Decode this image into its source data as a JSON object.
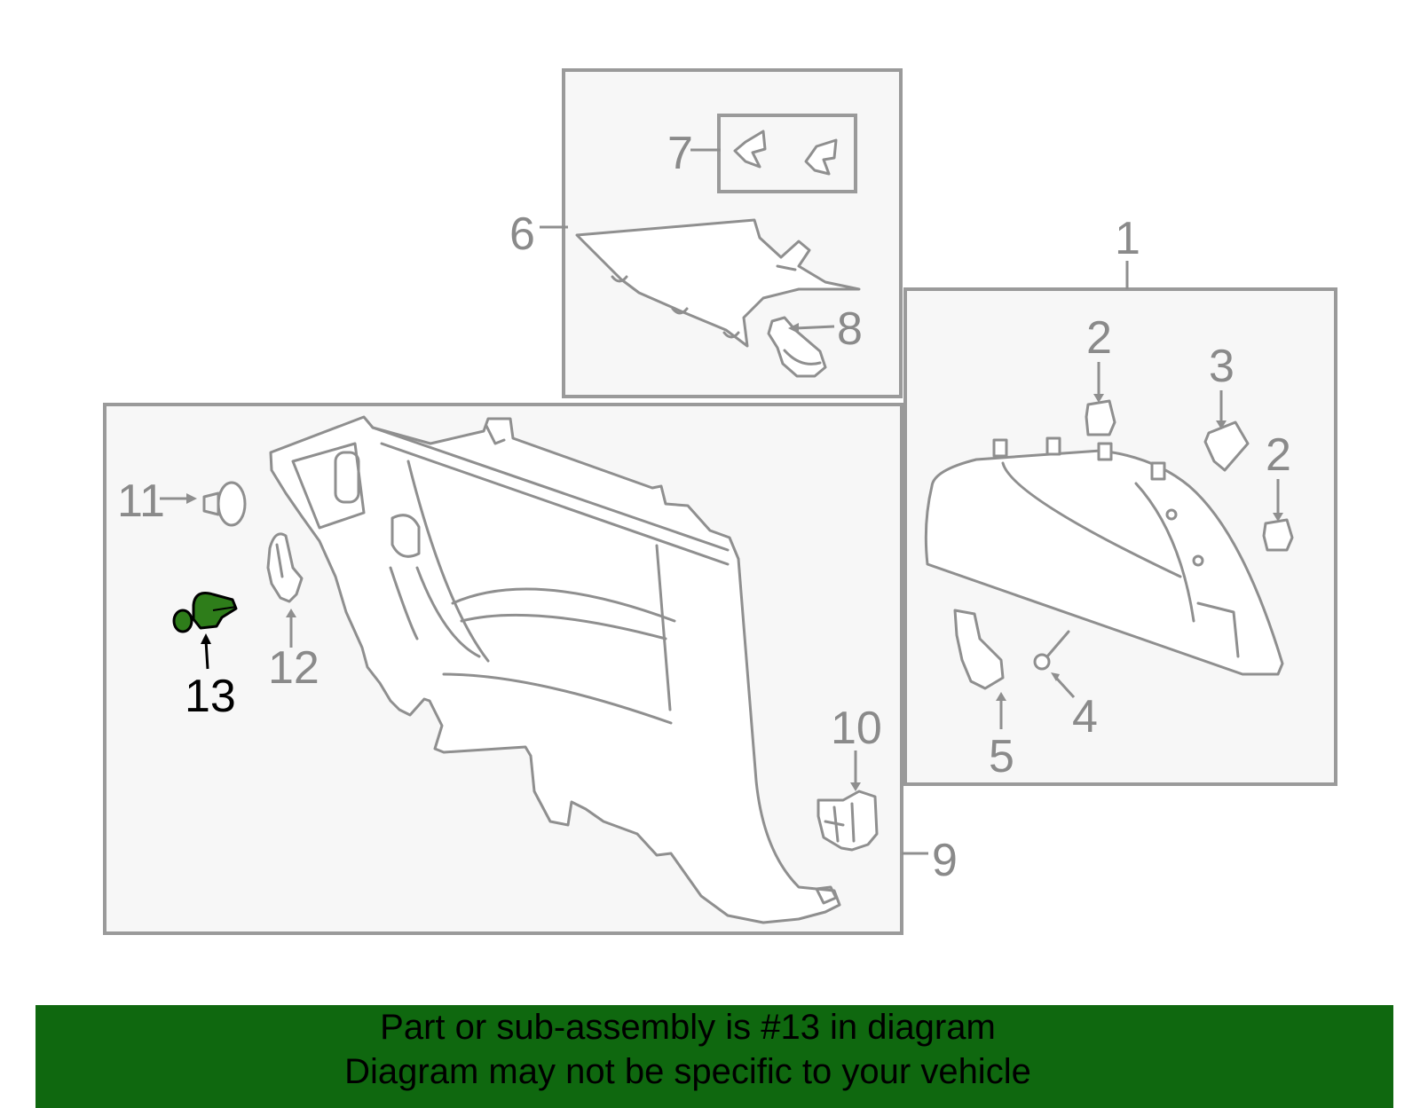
{
  "diagram": {
    "callouts": {
      "c1": "1",
      "c2a": "2",
      "c2b": "2",
      "c3": "3",
      "c4": "4",
      "c5": "5",
      "c6": "6",
      "c7": "7",
      "c8": "8",
      "c9": "9",
      "c10": "10",
      "c11": "11",
      "c12": "12",
      "c13": "13"
    },
    "highlighted_part": "13",
    "colors": {
      "highlight_part": "#2e7d1a",
      "banner_background": "#0f680f",
      "line_art": "#8f8f8f",
      "frame_fill": "#f7f7f7"
    }
  },
  "banner": {
    "line1": "Part or sub-assembly is #13 in diagram",
    "line2": "Diagram may not be specific to your vehicle"
  }
}
